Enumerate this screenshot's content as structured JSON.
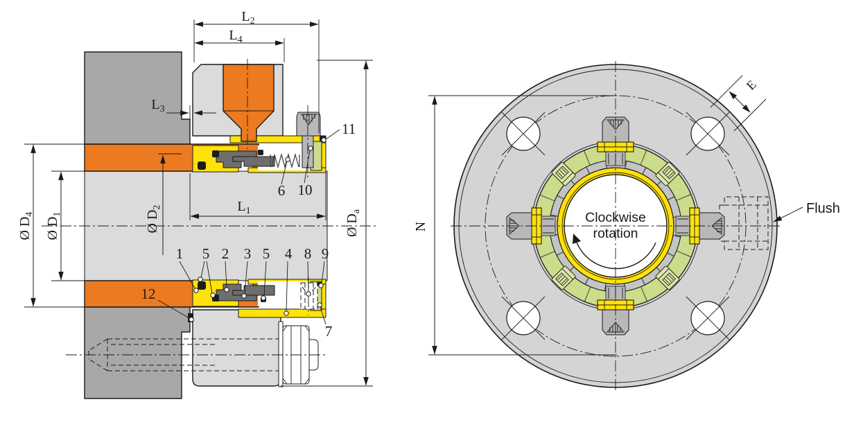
{
  "colors": {
    "orange": "#EC7A20",
    "yellow": "#FFE20A",
    "green": "#CBDC8C",
    "grayHousing": "#A8A8A8",
    "grayLight": "#DBDBDB",
    "grayFlange": "#D4D4D4",
    "grayBand": "#C4C4C4",
    "grayDark": "#6E6E6E",
    "grayScrew": "#B8B8B8",
    "line": "#1A1A1A"
  },
  "section_view": {
    "dims": {
      "l2": {
        "main": "L",
        "sub": "2"
      },
      "l4": {
        "main": "L",
        "sub": "4"
      },
      "l3": {
        "main": "L",
        "sub": "3"
      },
      "l1": {
        "main": "L",
        "sub": "1"
      },
      "d4": {
        "main": "Ø D",
        "sub": "4"
      },
      "d1": {
        "main": "Ø D",
        "sub": "1"
      },
      "d2": {
        "main": "Ø D",
        "sub": "2"
      },
      "da": {
        "main": "Ø D",
        "sub": "a"
      }
    },
    "callouts": {
      "n1": "1",
      "n2": "2",
      "n3": "3",
      "n4": "4",
      "n5a": "5",
      "n5b": "5",
      "n6": "6",
      "n7": "7",
      "n8": "8",
      "n9": "9",
      "n10": "10",
      "n11": "11",
      "n12": "12"
    }
  },
  "front_view": {
    "rotation_label": {
      "line1": "Clockwise",
      "line2": "rotation"
    },
    "flush_label": "Flush",
    "dims": {
      "n": "N",
      "e": "E"
    }
  }
}
